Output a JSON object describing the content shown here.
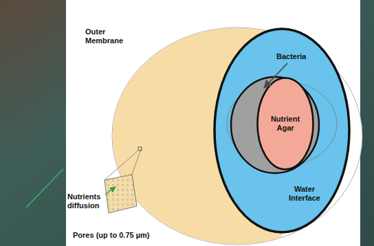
{
  "diagram": {
    "nodes": [
      {
        "text": [
          "Outer Membrane"
        ]
      },
      {
        "text": [
          "Water Interface"
        ],
        "in": 0
      },
      {
        "text": [
          "Nutrient Agar"
        ],
        "in": 1
      }
    ],
    "labels": [
      "Bacteria",
      "Nutrients diffusion",
      "Pores (up to 0.75 µm)"
    ]
  }
}
